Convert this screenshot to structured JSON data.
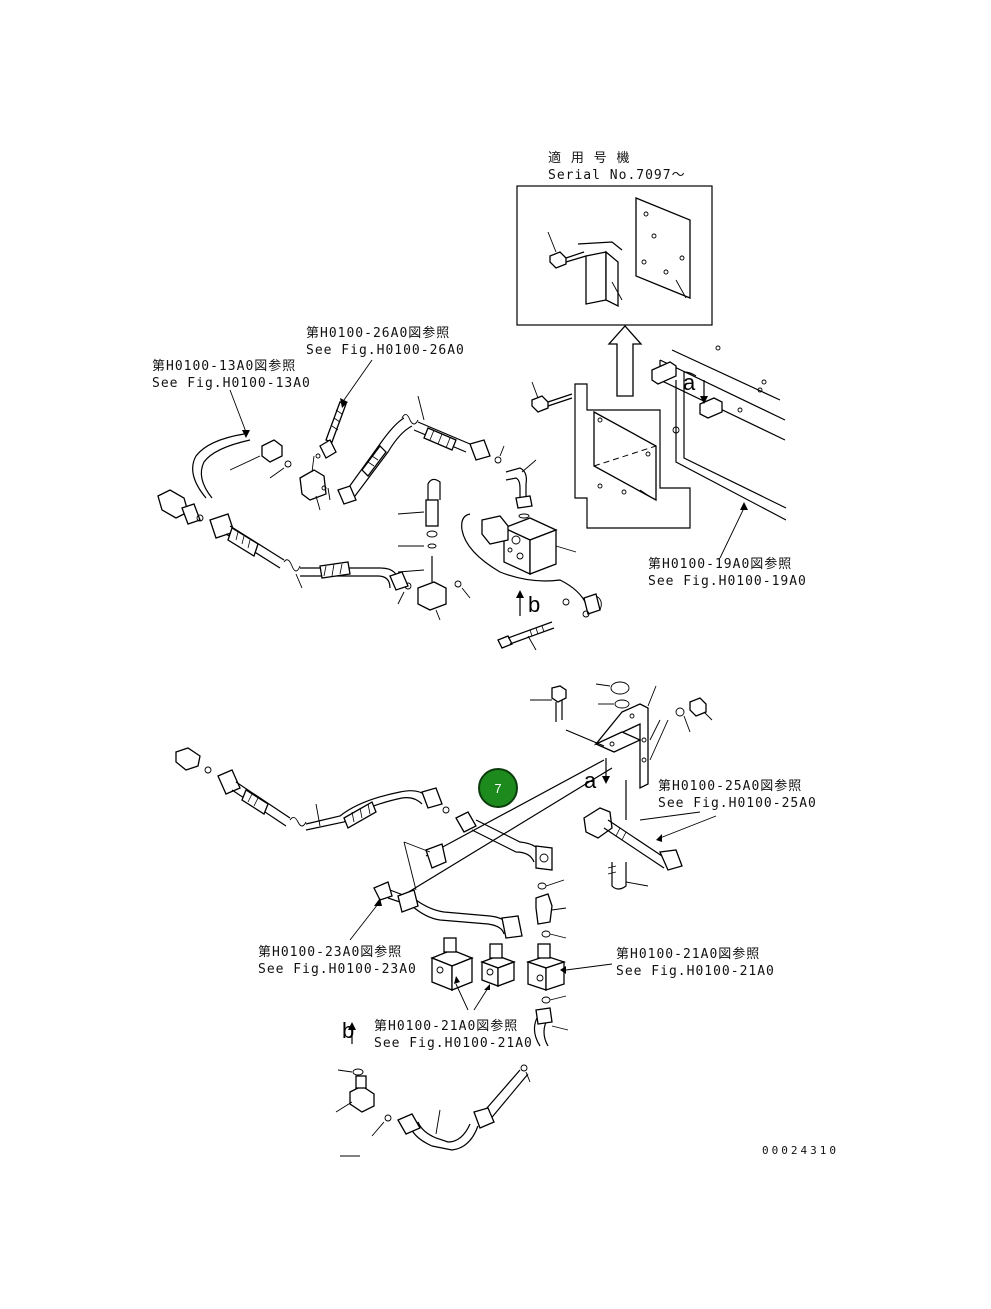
{
  "insert": {
    "serial_jp": "適 用 号 機",
    "serial_en": "Serial No.7097～"
  },
  "references": {
    "fig26_jp": "第H0100-26A0図参照",
    "fig26_en": "See Fig.H0100-26A0",
    "fig13_jp": "第H0100-13A0図参照",
    "fig13_en": "See Fig.H0100-13A0",
    "fig19_jp": "第H0100-19A0図参照",
    "fig19_en": "See Fig.H0100-19A0",
    "fig25_jp": "第H0100-25A0図参照",
    "fig25_en": "See Fig.H0100-25A0",
    "fig23_jp": "第H0100-23A0図参照",
    "fig23_en": "See Fig.H0100-23A0",
    "fig21a_jp": "第H0100-21A0図参照",
    "fig21a_en": "See Fig.H0100-21A0",
    "fig21b_jp": "第H0100-21A0図参照",
    "fig21b_en": "See Fig.H0100-21A0"
  },
  "markers": {
    "a_upper": "a",
    "b_upper": "b",
    "a_lower": "a",
    "b_lower": "b"
  },
  "callout": {
    "number": "7",
    "color": "#1c8a1c"
  },
  "drawing_number": "00024310"
}
